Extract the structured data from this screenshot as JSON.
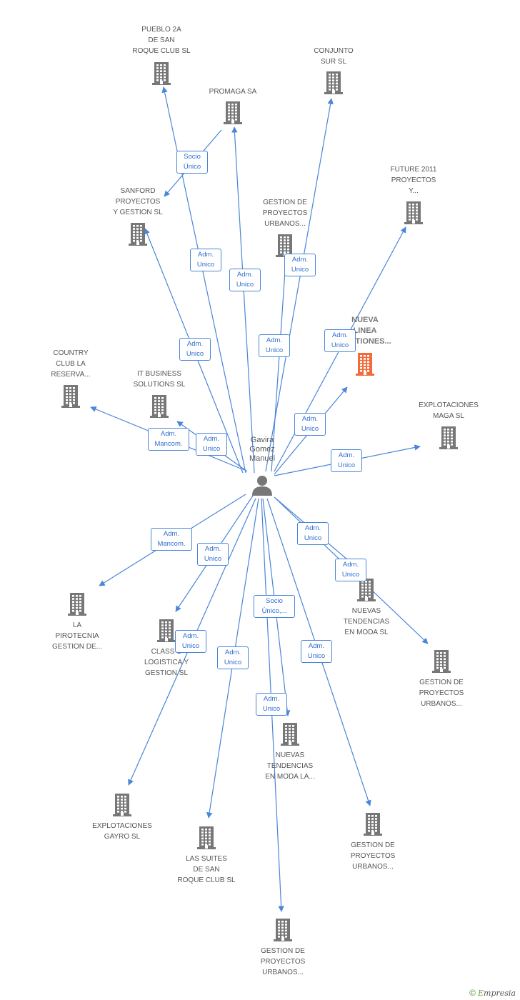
{
  "colors": {
    "edge": "#4a86d8",
    "node": "#777777",
    "highlight": "#f26a3a",
    "label_border": "#4a86d8",
    "label_text": "#2f6fcf",
    "text": "#555555"
  },
  "person": {
    "name_lines": [
      "Gavira",
      "Gomez",
      "Manuel"
    ],
    "icon": "person-icon"
  },
  "nodes": [
    {
      "id": "pueblo",
      "lines": [
        "PUEBLO 2A",
        "DE SAN",
        "ROQUE CLUB SL"
      ]
    },
    {
      "id": "conjunto",
      "lines": [
        "CONJUNTO",
        "SUR SL"
      ]
    },
    {
      "id": "promaga",
      "lines": [
        "PROMAGA SA"
      ]
    },
    {
      "id": "future",
      "lines": [
        "FUTURE 2011",
        "PROYECTOS",
        "Y..."
      ]
    },
    {
      "id": "sanford",
      "lines": [
        "SANFORD",
        "PROYECTOS",
        "Y GESTION SL"
      ]
    },
    {
      "id": "gestion_top",
      "lines": [
        "GESTION DE",
        "PROYECTOS",
        "URBANOS..."
      ]
    },
    {
      "id": "nueva",
      "lines": [
        "NUEVA",
        "LINEA",
        "GESTIONES..."
      ],
      "highlight": true
    },
    {
      "id": "country",
      "lines": [
        "COUNTRY",
        "CLUB LA",
        "RESERVA..."
      ]
    },
    {
      "id": "itbusiness",
      "lines": [
        "IT BUSINESS",
        "SOLUTIONS SL"
      ]
    },
    {
      "id": "maga",
      "lines": [
        "EXPLOTACIONES",
        "MAGA SL"
      ]
    },
    {
      "id": "pirotecnia",
      "lines": [
        "LA",
        "PIROTECNIA",
        "GESTION DE..."
      ]
    },
    {
      "id": "classc",
      "lines": [
        "CLASS C",
        "LOGISTICA Y",
        "GESTION SL"
      ]
    },
    {
      "id": "nuevas_moda",
      "lines": [
        "NUEVAS",
        "TENDENCIAS",
        "EN MODA SL"
      ]
    },
    {
      "id": "gestion_right",
      "lines": [
        "GESTION DE",
        "PROYECTOS",
        "URBANOS..."
      ]
    },
    {
      "id": "nuevas_la",
      "lines": [
        "NUEVAS",
        "TENDENCIAS",
        "EN MODA LA..."
      ]
    },
    {
      "id": "gayro",
      "lines": [
        "EXPLOTACIONES",
        "GAYRO SL"
      ]
    },
    {
      "id": "suites",
      "lines": [
        "LAS SUITES",
        "DE SAN",
        "ROQUE CLUB SL"
      ]
    },
    {
      "id": "gestion_br",
      "lines": [
        "GESTION DE",
        "PROYECTOS",
        "URBANOS..."
      ]
    },
    {
      "id": "gestion_bottom",
      "lines": [
        "GESTION DE",
        "PROYECTOS",
        "URBANOS..."
      ]
    }
  ],
  "edges": [
    {
      "id": "promaga_sanford",
      "lines": [
        "Socio",
        "Único"
      ]
    },
    {
      "id": "pueblo",
      "lines": [
        "Adm.",
        "Unico"
      ]
    },
    {
      "id": "promaga",
      "lines": [
        "Adm.",
        "Unico"
      ]
    },
    {
      "id": "conjunto",
      "lines": [
        "Adm.",
        "Unico"
      ]
    },
    {
      "id": "gestion_top",
      "lines": [
        "Adm.",
        "Unico"
      ]
    },
    {
      "id": "future",
      "lines": [
        "Adm.",
        "Unico"
      ]
    },
    {
      "id": "sanford",
      "lines": [
        "Adm.",
        "Unico"
      ]
    },
    {
      "id": "nueva",
      "lines": [
        "Adm.",
        "Unico"
      ]
    },
    {
      "id": "country",
      "lines": [
        "Adm.",
        "Mancom."
      ]
    },
    {
      "id": "itbusiness",
      "lines": [
        "Adm.",
        "Unico"
      ]
    },
    {
      "id": "maga",
      "lines": [
        "Adm.",
        "Unico"
      ]
    },
    {
      "id": "pirotecnia",
      "lines": [
        "Adm.",
        "Mancom."
      ]
    },
    {
      "id": "classc",
      "lines": [
        "Adm.",
        "Unico"
      ]
    },
    {
      "id": "nuevas_moda",
      "lines": [
        "Adm.",
        "Unico"
      ]
    },
    {
      "id": "gestion_right",
      "lines": [
        "Adm.",
        "Unico"
      ]
    },
    {
      "id": "nuevas_la",
      "lines": [
        "Socio",
        "Único,..."
      ]
    },
    {
      "id": "gayro",
      "lines": [
        "Adm.",
        "Unico"
      ]
    },
    {
      "id": "suites",
      "lines": [
        "Adm.",
        "Unico"
      ]
    },
    {
      "id": "gestion_bottom",
      "lines": [
        "Adm.",
        "Unico"
      ]
    },
    {
      "id": "gestion_br",
      "lines": [
        "Adm.",
        "Unico"
      ]
    }
  ],
  "footer": {
    "copyright": "©",
    "brand_initial": "E",
    "brand_rest": "mpresia"
  }
}
